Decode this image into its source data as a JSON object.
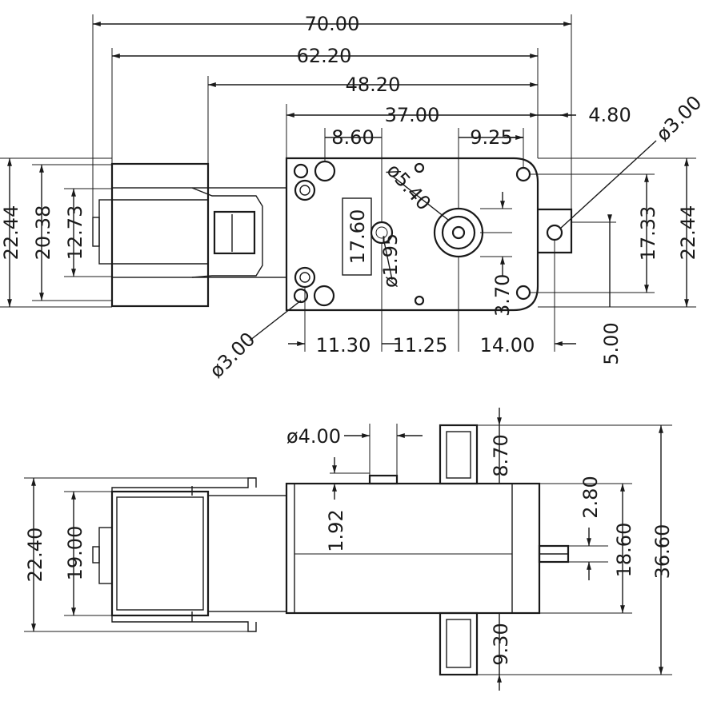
{
  "top_view": {
    "dimensions": {
      "overall_length": "70.00",
      "length_62": "62.20",
      "length_48": "48.20",
      "gearbox_length": "37.00",
      "tab_offset": "4.80",
      "hole_spacing_left": "8.60",
      "hole_spacing_right": "9.25",
      "tab_hole_dia": "ø3.00",
      "height_left_outer": "22.44",
      "height_left_mid": "20.38",
      "height_left_inner": "12.73",
      "center_block": "17.60",
      "boss_dia": "ø5.40",
      "hole_dia": "ø1.95",
      "shaft_offset": "3.70",
      "height_right_mid": "17.33",
      "height_right_outer": "22.44",
      "mount_hole_dia": "ø3.00",
      "bottom_a": "11.30",
      "bottom_b": "11.25",
      "bottom_c": "14.00",
      "tab_width": "5.00"
    }
  },
  "side_view": {
    "dimensions": {
      "shaft_dia": "ø4.00",
      "top_clip": "8.70",
      "nub_height": "1.92",
      "height_outer": "22.40",
      "height_inner": "19.00",
      "shaft_offset": "2.80",
      "body_height": "18.60",
      "overall_height": "36.60",
      "bottom_clip": "9.30"
    }
  }
}
